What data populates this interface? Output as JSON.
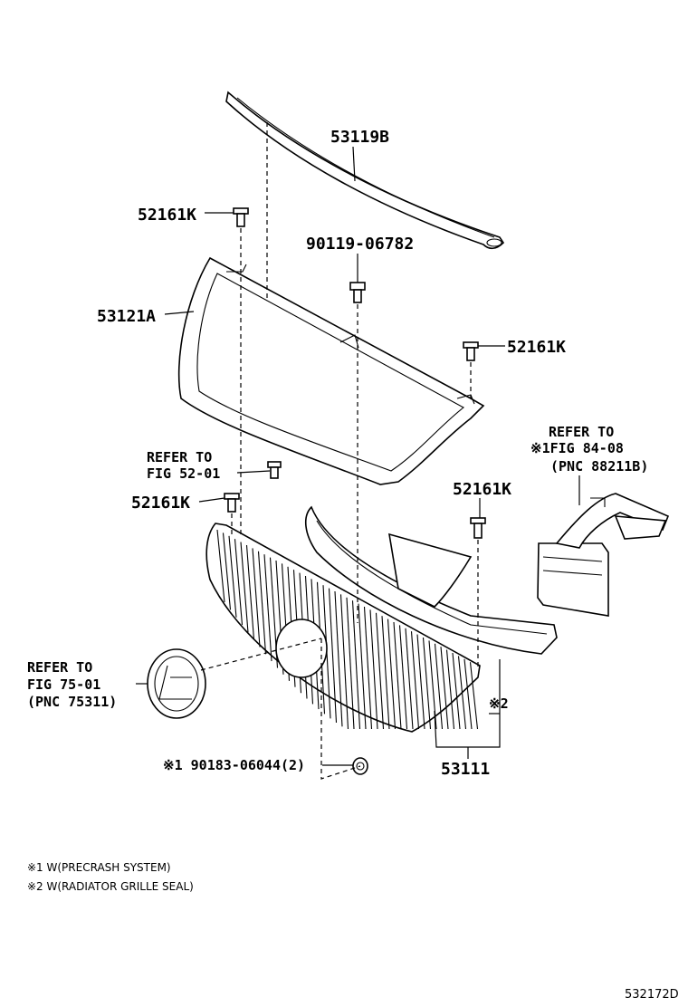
{
  "labels": {
    "molding": "53119B",
    "clip_a": "52161K",
    "bolt": "90119-06782",
    "frame": "53121A",
    "clip_b": "52161K",
    "refer52_line1": "REFER TO",
    "refer52_line2": "FIG 52-01",
    "clip_c": "52161K",
    "clip_d": "52161K",
    "refer84_line1": "REFER TO",
    "refer84_line2": "※1FIG 84-08",
    "refer84_line3": "(PNC 88211B)",
    "refer75_line1": "REFER TO",
    "refer75_line2": "FIG 75-01",
    "refer75_line3": "(PNC 75311)",
    "seal_mark": "※2",
    "nut": "※1 90183-06044(2)",
    "grille": "53111"
  },
  "notes": {
    "note1": "※1 W(PRECRASH SYSTEM)",
    "note2": "※2 W(RADIATOR GRILLE SEAL)"
  },
  "diagram_code": "532172D"
}
